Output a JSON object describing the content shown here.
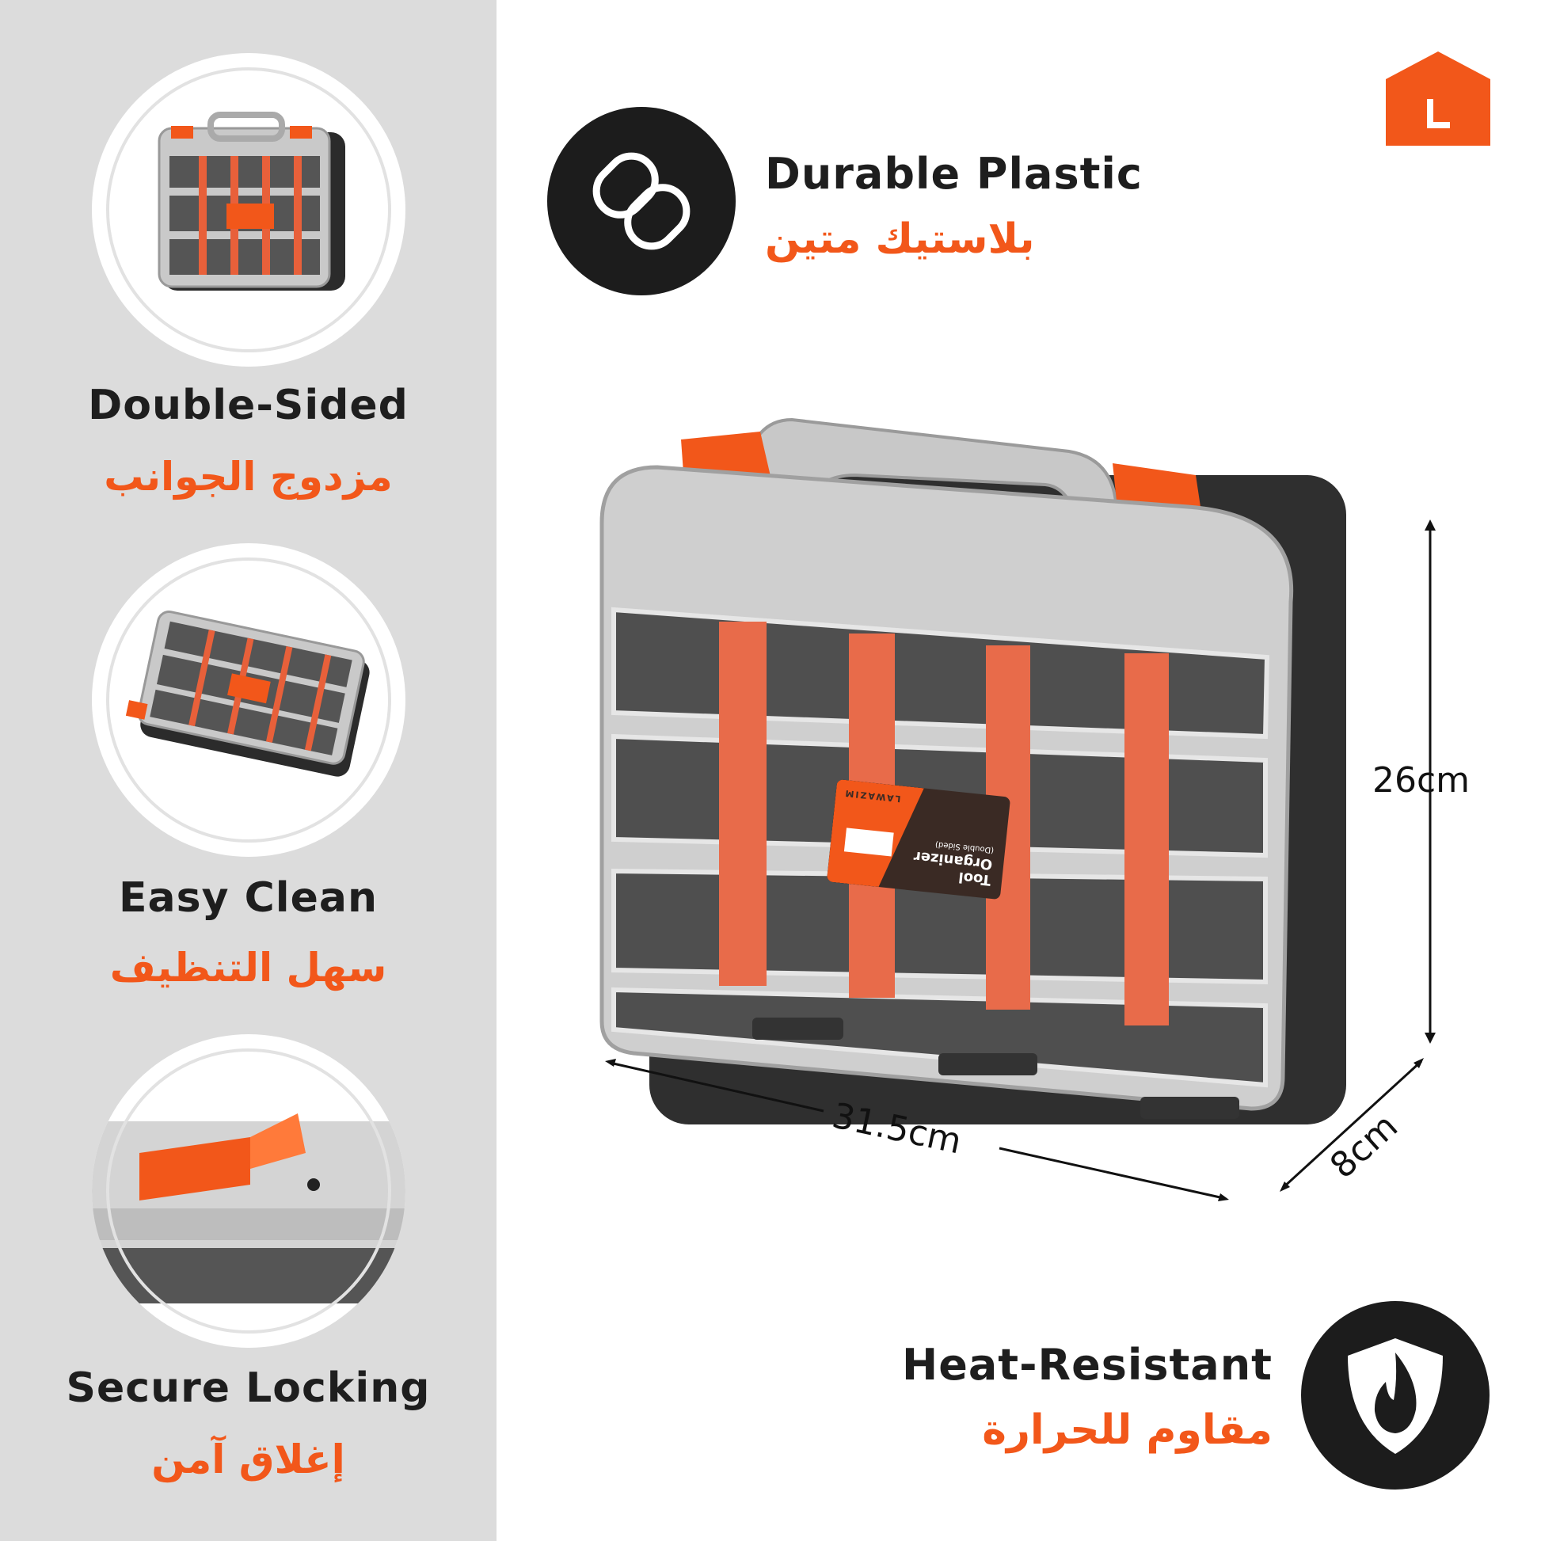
{
  "brand": {
    "logo_letter": "L",
    "color": "#f2571a"
  },
  "features_left": [
    {
      "title": "Double-Sided",
      "arabic": "مزدوج الجوانب"
    },
    {
      "title": "Easy Clean",
      "arabic": "سهل التنظيف"
    },
    {
      "title": "Secure Locking",
      "arabic": "إغلاق آمن"
    }
  ],
  "features_right": [
    {
      "title": "Durable Plastic",
      "arabic": "بلاستيك متين",
      "icon": "chain-link-icon"
    },
    {
      "title": "Heat-Resistant",
      "arabic": "مقاوم للحرارة",
      "icon": "shield-flame-icon"
    }
  ],
  "dimensions": {
    "height": "26cm",
    "width": "31.5cm",
    "depth": "8cm"
  },
  "product_label": {
    "brand": "LAWAZIM",
    "name_line1": "Tool",
    "name_line2": "Organizer",
    "subtitle": "(Double Sided)"
  }
}
